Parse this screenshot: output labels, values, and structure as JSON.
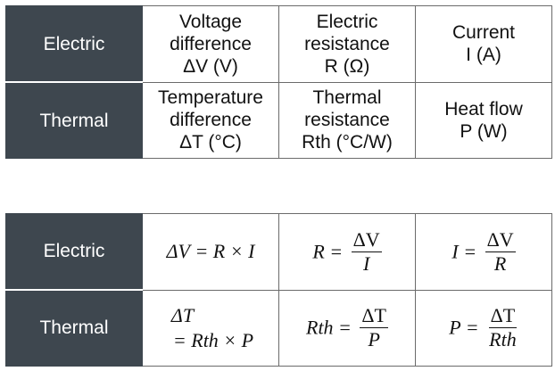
{
  "quantities_table": {
    "rows": [
      {
        "label": "Electric",
        "cells": [
          {
            "lines": [
              "Voltage",
              "difference",
              "ΔV (V)"
            ]
          },
          {
            "lines": [
              "Electric",
              "resistance",
              "R (Ω)"
            ]
          },
          {
            "lines": [
              "Current",
              "I (A)"
            ]
          }
        ]
      },
      {
        "label": "Thermal",
        "cells": [
          {
            "lines": [
              "Temperature",
              "difference",
              "ΔT (°C)"
            ]
          },
          {
            "lines": [
              "Thermal",
              "resistance",
              "Rth (°C/W)"
            ]
          },
          {
            "lines": [
              "Heat flow",
              "P (W)"
            ]
          }
        ]
      }
    ]
  },
  "equations_table": {
    "rows": [
      {
        "label": "Electric",
        "eq1": {
          "lhs": "ΔV",
          "rhs": "= R × I"
        },
        "eq2": {
          "lhs": "R =",
          "num": "ΔV",
          "den": "I"
        },
        "eq3": {
          "lhs": "I =",
          "num": "ΔV",
          "den": "R"
        }
      },
      {
        "label": "Thermal",
        "eq1": {
          "lhs": "ΔT",
          "rhs": "= Rth × P"
        },
        "eq2": {
          "lhs": "Rth =",
          "num": "ΔT",
          "den": "P"
        },
        "eq3": {
          "lhs": "P =",
          "num": "ΔT",
          "den": "Rth"
        }
      }
    ]
  },
  "colors": {
    "header_bg": "#3e474f",
    "header_text": "#ffffff",
    "border": "#6b6b6b"
  }
}
